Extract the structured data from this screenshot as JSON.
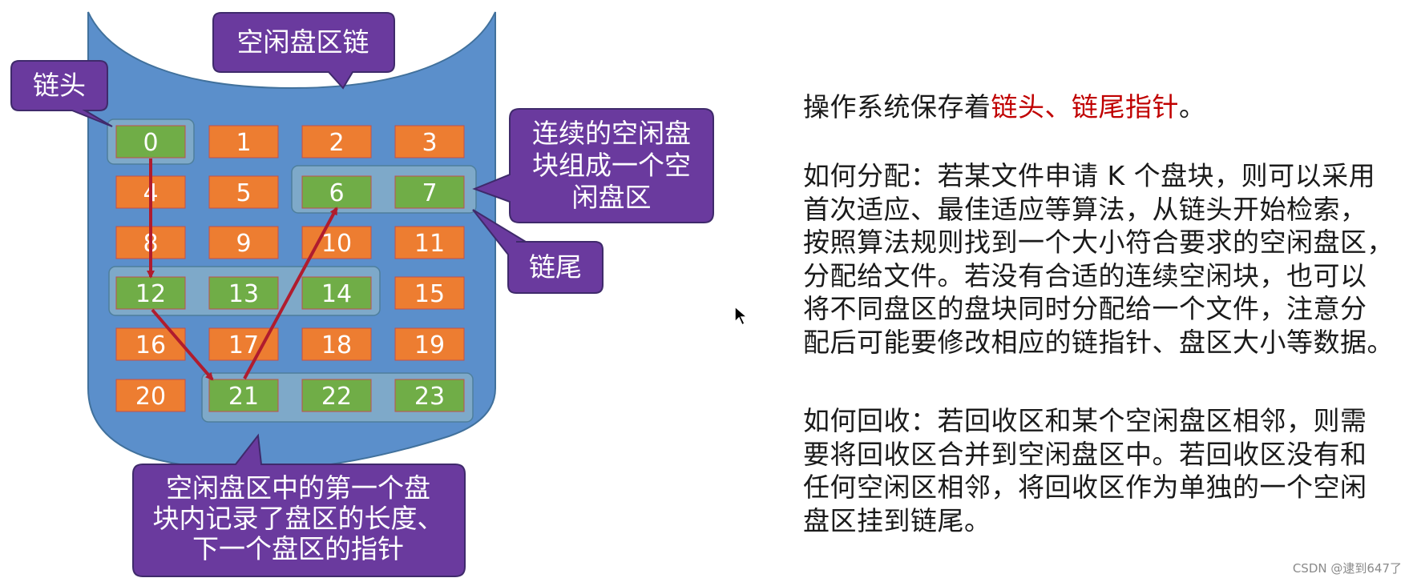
{
  "diagram": {
    "title": "空闲盘区链",
    "blocks": [
      "0",
      "1",
      "2",
      "3",
      "4",
      "5",
      "6",
      "7",
      "8",
      "9",
      "10",
      "11",
      "12",
      "13",
      "14",
      "15",
      "16",
      "17",
      "18",
      "19",
      "20",
      "21",
      "22",
      "23"
    ],
    "free_blocks": [
      "0",
      "6",
      "7",
      "12",
      "13",
      "14",
      "21",
      "22",
      "23"
    ],
    "callouts": {
      "head": "链头",
      "tail": "链尾",
      "extent": [
        "连续的空闲盘",
        "块组成一个空",
        "闲盘区"
      ],
      "first_block": [
        "空闲盘区中的第一个盘",
        "块内记录了盘区的长度、",
        "下一个盘区的指针"
      ]
    },
    "colors": {
      "disk": "#5b8fcb",
      "disk_edge": "#41719c",
      "used_block": "#ed7d31",
      "free_block": "#70ad47",
      "group": "#7ea9c9",
      "callout": "#6a3a9e",
      "arrow": "#b01c2e"
    }
  },
  "text": {
    "intro_prefix": "操作系统保存着",
    "intro_highlight": "链头、链尾指针",
    "intro_suffix": "。",
    "alloc": [
      "如何分配：若某文件申请 K 个盘块，则可以采用",
      "首次适应、最佳适应等算法，从链头开始检索，",
      "按照算法规则找到一个大小符合要求的空闲盘区，",
      "分配给文件。若没有合适的连续空闲块，也可以",
      "将不同盘区的盘块同时分配给一个文件，注意分",
      "配后可能要修改相应的链指针、盘区大小等数据。"
    ],
    "recycle": [
      "如何回收：若回收区和某个空闲盘区相邻，则需",
      "要将回收区合并到空闲盘区中。若回收区没有和",
      "任何空闲区相邻，将回收区作为单独的一个空闲",
      "盘区挂到链尾。"
    ]
  },
  "watermark": "CSDN @逮到647了"
}
